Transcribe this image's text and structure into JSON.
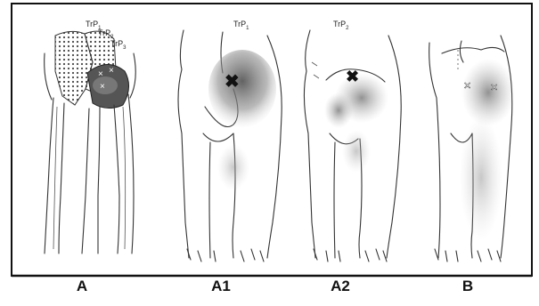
{
  "panels": [
    {
      "id": "A",
      "label": "A",
      "trigger_points": [
        "TrP",
        "TrP",
        "TrP"
      ]
    },
    {
      "id": "A1",
      "label": "A1",
      "trigger_points": [
        "TrP"
      ],
      "subscript": "1"
    },
    {
      "id": "A2",
      "label": "A2",
      "trigger_points": [
        "TrP"
      ],
      "subscript": "2"
    },
    {
      "id": "B",
      "label": "B",
      "trigger_points": []
    }
  ],
  "trp_text": "TrP",
  "sub_1": "1",
  "sub_2": "2",
  "sub_3": "3",
  "colors": {
    "ink": "#222222",
    "referral_pain": "#6e6e6e",
    "frame": "#111111"
  }
}
